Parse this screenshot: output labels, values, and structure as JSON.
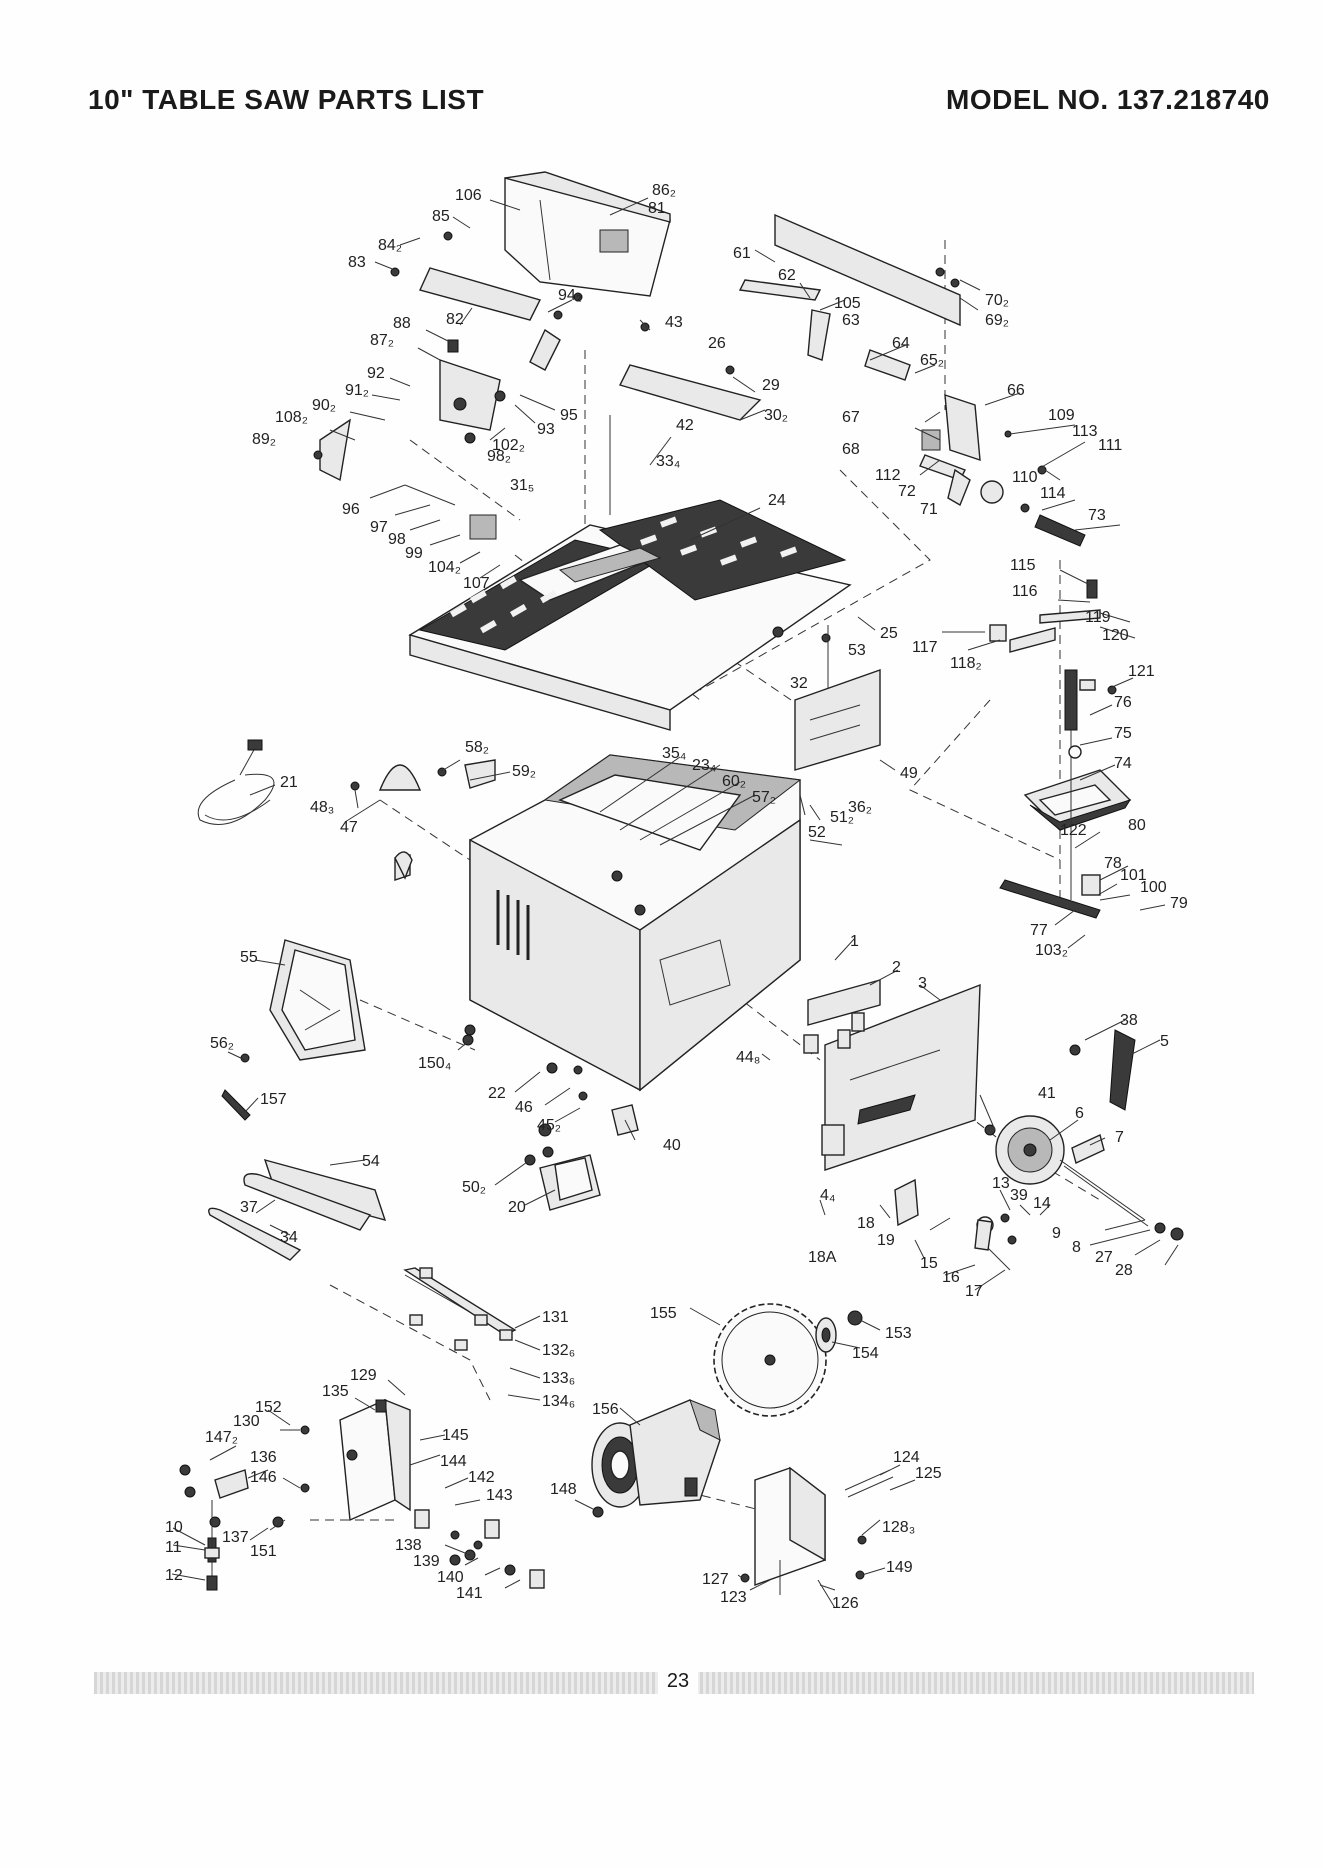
{
  "header": {
    "title": "10\" TABLE SAW PARTS LIST",
    "model": "MODEL NO. 137.218740"
  },
  "footer": {
    "page_number": "23"
  },
  "part_labels": [
    "106",
    "86₂",
    "81",
    "85",
    "84₂",
    "83",
    "94₂",
    "82",
    "88",
    "87₂",
    "92",
    "91₂",
    "90₂",
    "108₂",
    "89₂",
    "95",
    "93",
    "102₂",
    "98₂",
    "31₅",
    "96",
    "97",
    "98",
    "99",
    "104₂",
    "107",
    "61",
    "62",
    "105",
    "63",
    "70₂",
    "69₂",
    "64",
    "65₂",
    "66",
    "67",
    "68",
    "112",
    "72",
    "71",
    "109",
    "113",
    "111",
    "110",
    "114",
    "73",
    "43",
    "26",
    "29",
    "30₂",
    "42",
    "33₄",
    "24",
    "25",
    "53",
    "32",
    "115",
    "116",
    "119",
    "120",
    "117",
    "118₂",
    "121",
    "76",
    "75",
    "74",
    "122",
    "80",
    "78",
    "101",
    "100",
    "79",
    "77",
    "103₂",
    "21",
    "58₂",
    "59₂",
    "48₃",
    "47",
    "35₄",
    "23₄",
    "60₂",
    "57₂",
    "36₂",
    "51₂",
    "52",
    "49",
    "55",
    "56₂",
    "150₄",
    "157",
    "1",
    "2",
    "3",
    "38",
    "5",
    "44₈",
    "22",
    "46",
    "45₂",
    "40",
    "50₂",
    "20",
    "54",
    "37",
    "34",
    "41",
    "6",
    "7",
    "4₄",
    "13",
    "39",
    "14",
    "18",
    "19",
    "18A",
    "15",
    "16",
    "17",
    "9",
    "8",
    "27",
    "28",
    "131",
    "132₆",
    "133₆",
    "134₆",
    "129",
    "135",
    "152",
    "130",
    "147₂",
    "136",
    "146",
    "10",
    "11",
    "137",
    "151",
    "12",
    "145",
    "144",
    "142",
    "143",
    "138",
    "139",
    "140",
    "141",
    "155",
    "153",
    "154",
    "156",
    "148",
    "124",
    "125",
    "128₃",
    "127",
    "123",
    "149",
    "126"
  ]
}
